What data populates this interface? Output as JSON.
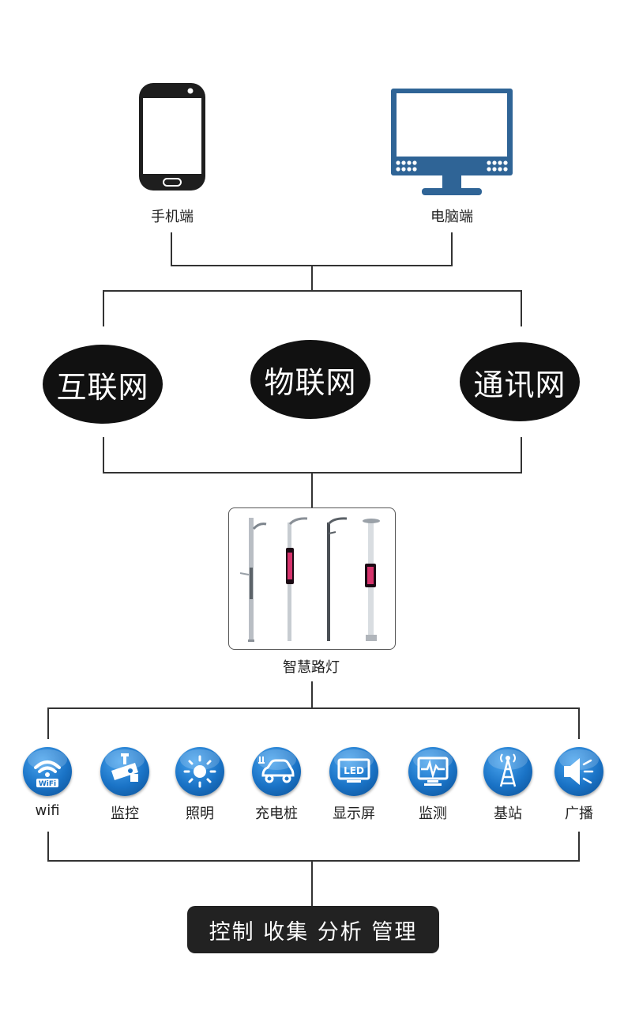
{
  "endpoints": {
    "mobile": {
      "label": "手机端",
      "icon": "smartphone-icon"
    },
    "pc": {
      "label": "电脑端",
      "icon": "monitor-icon"
    }
  },
  "networks": [
    {
      "label": "互联网"
    },
    {
      "label": "物联网"
    },
    {
      "label": "通讯网"
    }
  ],
  "lamp": {
    "label": "智慧路灯",
    "icon": "smart-streetlight-image"
  },
  "features": [
    {
      "label": "wifi",
      "icon": "wifi-icon"
    },
    {
      "label": "监控",
      "icon": "camera-icon"
    },
    {
      "label": "照明",
      "icon": "sun-icon"
    },
    {
      "label": "充电桩",
      "icon": "ev-car-icon"
    },
    {
      "label": "显示屏",
      "icon": "led-screen-icon"
    },
    {
      "label": "监测",
      "icon": "monitor-wave-icon"
    },
    {
      "label": "基站",
      "icon": "tower-icon"
    },
    {
      "label": "广播",
      "icon": "speaker-icon"
    }
  ],
  "footer": {
    "label": "控制 收集 分析 管理"
  },
  "colors": {
    "accent_blue": "#1a73c6",
    "dark": "#111111",
    "monitor_blue": "#2f6496"
  }
}
